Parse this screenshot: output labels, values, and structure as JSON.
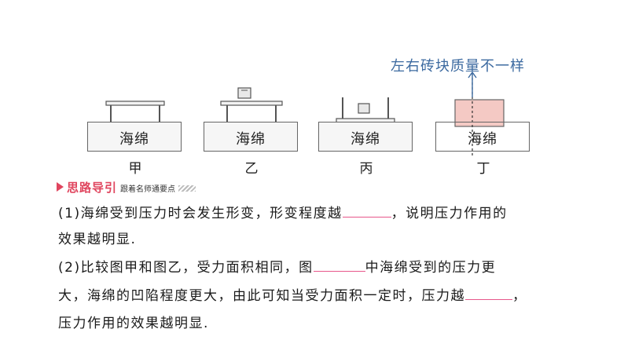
{
  "figures": [
    {
      "key": "jia",
      "sponge": "海绵",
      "label": "甲"
    },
    {
      "key": "yi",
      "sponge": "海绵",
      "label": "乙"
    },
    {
      "key": "bing",
      "sponge": "海绵",
      "label": "丙"
    },
    {
      "key": "ding",
      "sponge": "海绵",
      "label": "丁"
    }
  ],
  "annotation": "左右砖块质量不一样",
  "guide": {
    "title": "思路导引",
    "subtitle": "跟着名师通要点"
  },
  "text": {
    "q1_part1": "(1)海绵受到压力时会发生形变，形变程度越",
    "q1_part2": "，说明压力作用的",
    "q1_line2": "效果越明显.",
    "q2_part1": "(2)比较图甲和图乙，受力面积相同，图",
    "q2_part2": "中海绵受到的压力更",
    "q2_line2a": "大，海绵的凹陷程度更大，由此可知当受力面积一定时，压力越",
    "q2_line2b": "，",
    "q2_line3": "压力作用的效果越明显."
  },
  "colors": {
    "accent": "#e0455e",
    "blank_line": "#e7578b",
    "annotation": "#3c6aa0",
    "brick": "#f4c9c4"
  }
}
